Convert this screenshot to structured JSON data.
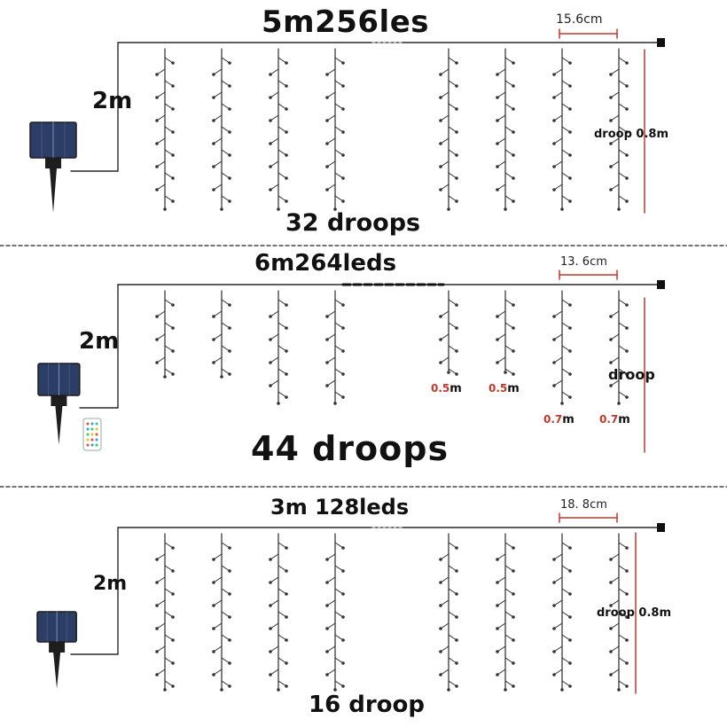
{
  "panels": [
    {
      "title": "5m256les",
      "height_label": "2m",
      "spacing_label": "15.6cm",
      "droop_label": "droop 0.8m",
      "droops_label": "32 droops"
    },
    {
      "title": "6m264leds",
      "height_label": "2m",
      "spacing_label": "13. 6cm",
      "droop_label": "droop",
      "droops_label": "44 droops",
      "length_labels": [
        {
          "value": "0.5",
          "unit": "m"
        },
        {
          "value": "0.5",
          "unit": "m"
        },
        {
          "value": "0.7",
          "unit": "m"
        },
        {
          "value": "0.7",
          "unit": "m"
        }
      ]
    },
    {
      "title": "3m 128leds",
      "height_label": "2m",
      "spacing_label": "18. 8cm",
      "droop_label": "droop 0.8m",
      "droops_label": "16 droop"
    }
  ],
  "colors": {
    "wire": "#2a2a2a",
    "led": "#333333",
    "measure": "#c0392b",
    "divider": "#222222",
    "panel": "#2c3e66"
  },
  "icons": [
    "solar-panel-icon",
    "ground-stake-icon",
    "remote-control-icon"
  ]
}
